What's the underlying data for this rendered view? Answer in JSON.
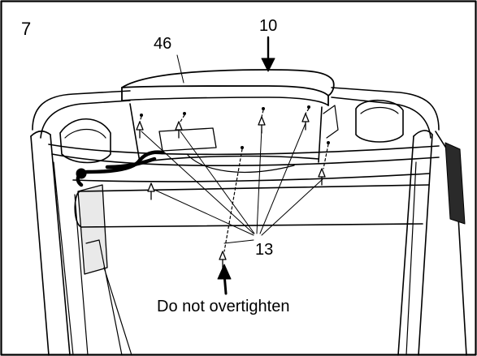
{
  "step": {
    "number": "7"
  },
  "callouts": {
    "console_base": "46",
    "console": "10",
    "screws": "13"
  },
  "note": {
    "text": "Do not overtighten"
  },
  "colors": {
    "line": "#000000",
    "background": "#ffffff",
    "frame": "#2a2a2a"
  }
}
